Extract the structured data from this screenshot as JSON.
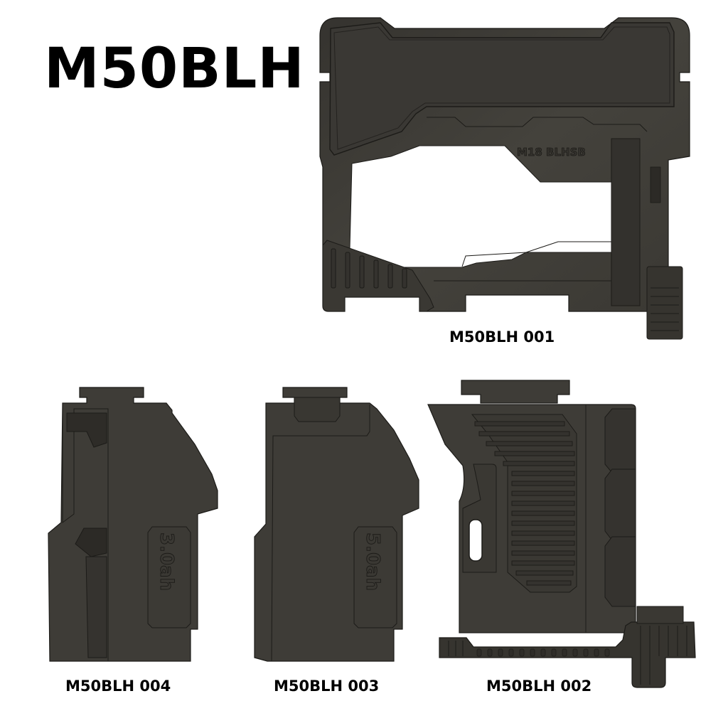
{
  "sheet": {
    "title": "M50BLH",
    "colors": {
      "background": "#ffffff",
      "part_fill": "#3e3c37",
      "part_dark": "#2f2d29",
      "part_light": "#4a4842",
      "edge": "#1c1b18",
      "text": "#000000"
    }
  },
  "parts": [
    {
      "id": "001",
      "label": "M50BLH 001",
      "embossed_text": "M18 BLHSB"
    },
    {
      "id": "004",
      "label": "M50BLH 004",
      "embossed_text": "3.0ah"
    },
    {
      "id": "003",
      "label": "M50BLH 003",
      "embossed_text": "5.0ah"
    },
    {
      "id": "002",
      "label": "M50BLH 002",
      "embossed_text": ""
    }
  ]
}
